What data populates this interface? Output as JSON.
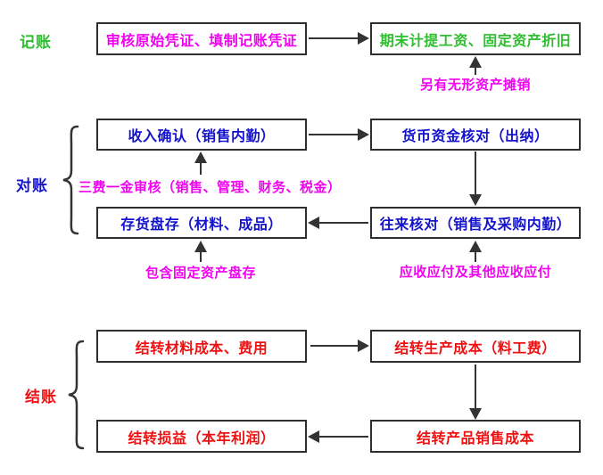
{
  "sections": {
    "bookkeeping": "记账",
    "reconciliation": "对账",
    "closing": "结账"
  },
  "boxes": {
    "audit_vouchers": "审核原始凭证、填制记账凭证",
    "period_end_accrual": "期末计提工资、固定资产折旧",
    "revenue_recognition": "收入确认（销售内勤）",
    "cash_check": "货币资金核对（出纳）",
    "inventory_count": "存货盘存（材料、成品）",
    "current_accounts_check": "往来核对（销售及采购内勤）",
    "carryover_material_cost": "结转材料成本、费用",
    "carryover_production_cost": "结转生产成本（料工费）",
    "carryover_profit_loss": "结转损益（本年利润）",
    "carryover_sales_cost": "结转产品销售成本"
  },
  "annotations": {
    "intangible_amortization": "另有无形资产摊销",
    "three_fees_review": "三费一金审核（销售、管理、财务、税金）",
    "includes_fixed_asset_count": "包含固定资产盘存",
    "receivables_payables": "应收应付及其他应收应付"
  },
  "colors": {
    "section_bookkeeping": "#2fbe2f",
    "section_reconciliation": "#1414cc",
    "section_closing": "#ee1111",
    "annotation_magenta": "#f004f0",
    "box_text_top_left": "#f004f0",
    "box_text_top_right": "#2fbe2f",
    "box_text_middle": "#1414cc",
    "box_text_bottom": "#ee1111",
    "line": "#333333",
    "box_border": "#2e2e2e",
    "background": "#ffffff"
  }
}
